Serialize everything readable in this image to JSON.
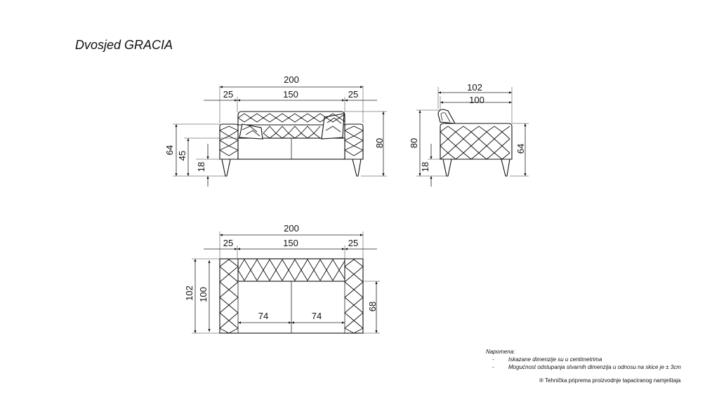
{
  "title": "Dvosjed GRACIA",
  "front_view": {
    "overall_width": "200",
    "arm_left": "25",
    "seat_width": "150",
    "arm_right": "25",
    "total_height": "80",
    "arm_height": "64",
    "seat_height": "45",
    "leg_height": "18"
  },
  "side_view": {
    "overall_depth": "102",
    "base_depth": "100",
    "total_height": "80",
    "leg_height": "18",
    "body_height": "64"
  },
  "top_view": {
    "overall_width": "200",
    "arm_left": "25",
    "seat_width": "150",
    "arm_right": "25",
    "overall_depth": "102",
    "base_depth": "100",
    "seat_depth": "68",
    "cushion_left": "74",
    "cushion_right": "74"
  },
  "notes": {
    "heading": "Napomena:",
    "items": [
      {
        "dash": "-",
        "text": "Iskazane dimenzije su u centimetrima"
      },
      {
        "dash": "-",
        "text": "Mogućnost odstupanja stvarnih dimenzija u odnosu na skice  je ± 3cm"
      }
    ]
  },
  "footer": "®  Tehnička priprema proizvodnje tapaciranog namještaja"
}
